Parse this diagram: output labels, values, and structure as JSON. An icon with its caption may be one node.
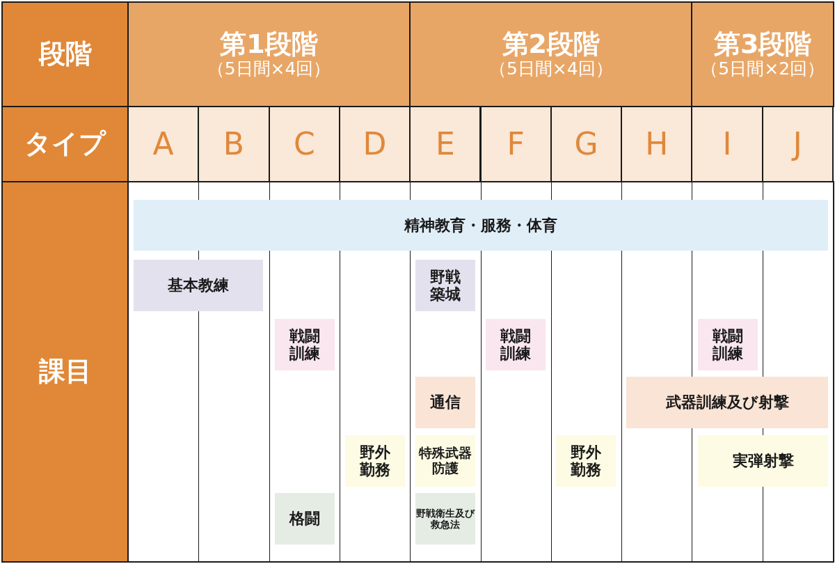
{
  "diagram": {
    "nodes": [
      {
        "text": [
          "段階"
        ]
      },
      {
        "text": [
          "第1段階",
          "（5日間×4回）"
        ]
      },
      {
        "text": [
          "第2段階",
          "（5日間×4回）"
        ]
      },
      {
        "text": [
          "第3段階",
          "（5日間×2回）"
        ]
      },
      {
        "text": [
          "タイプ"
        ]
      },
      {
        "text": [
          "A"
        ]
      },
      {
        "text": [
          "B"
        ]
      },
      {
        "text": [
          "C"
        ]
      },
      {
        "text": [
          "D"
        ]
      },
      {
        "text": [
          "E"
        ]
      },
      {
        "text": [
          "F"
        ]
      },
      {
        "text": [
          "G"
        ]
      },
      {
        "text": [
          "H"
        ]
      },
      {
        "text": [
          "I"
        ]
      },
      {
        "text": [
          "J"
        ]
      },
      {
        "text": [
          "課目"
        ]
      },
      {
        "text": [
          "精神教育・服務・体育"
        ]
      },
      {
        "text": [
          "基本教練"
        ]
      },
      {
        "text": [
          "野戦築城"
        ]
      },
      {
        "text": [
          "戦闘訓練"
        ]
      },
      {
        "text": [
          "戦闘訓練"
        ]
      },
      {
        "text": [
          "戦闘訓練"
        ]
      },
      {
        "text": [
          "通信"
        ]
      },
      {
        "text": [
          "武器訓練及び射撃"
        ]
      },
      {
        "text": [
          "野外勤務"
        ]
      },
      {
        "text": [
          "特殊武器防護"
        ]
      },
      {
        "text": [
          "野外勤務"
        ]
      },
      {
        "text": [
          "実弾射撃"
        ]
      },
      {
        "text": [
          "格闘"
        ]
      },
      {
        "text": [
          "野戦衛生及び救急法"
        ]
      }
    ]
  }
}
